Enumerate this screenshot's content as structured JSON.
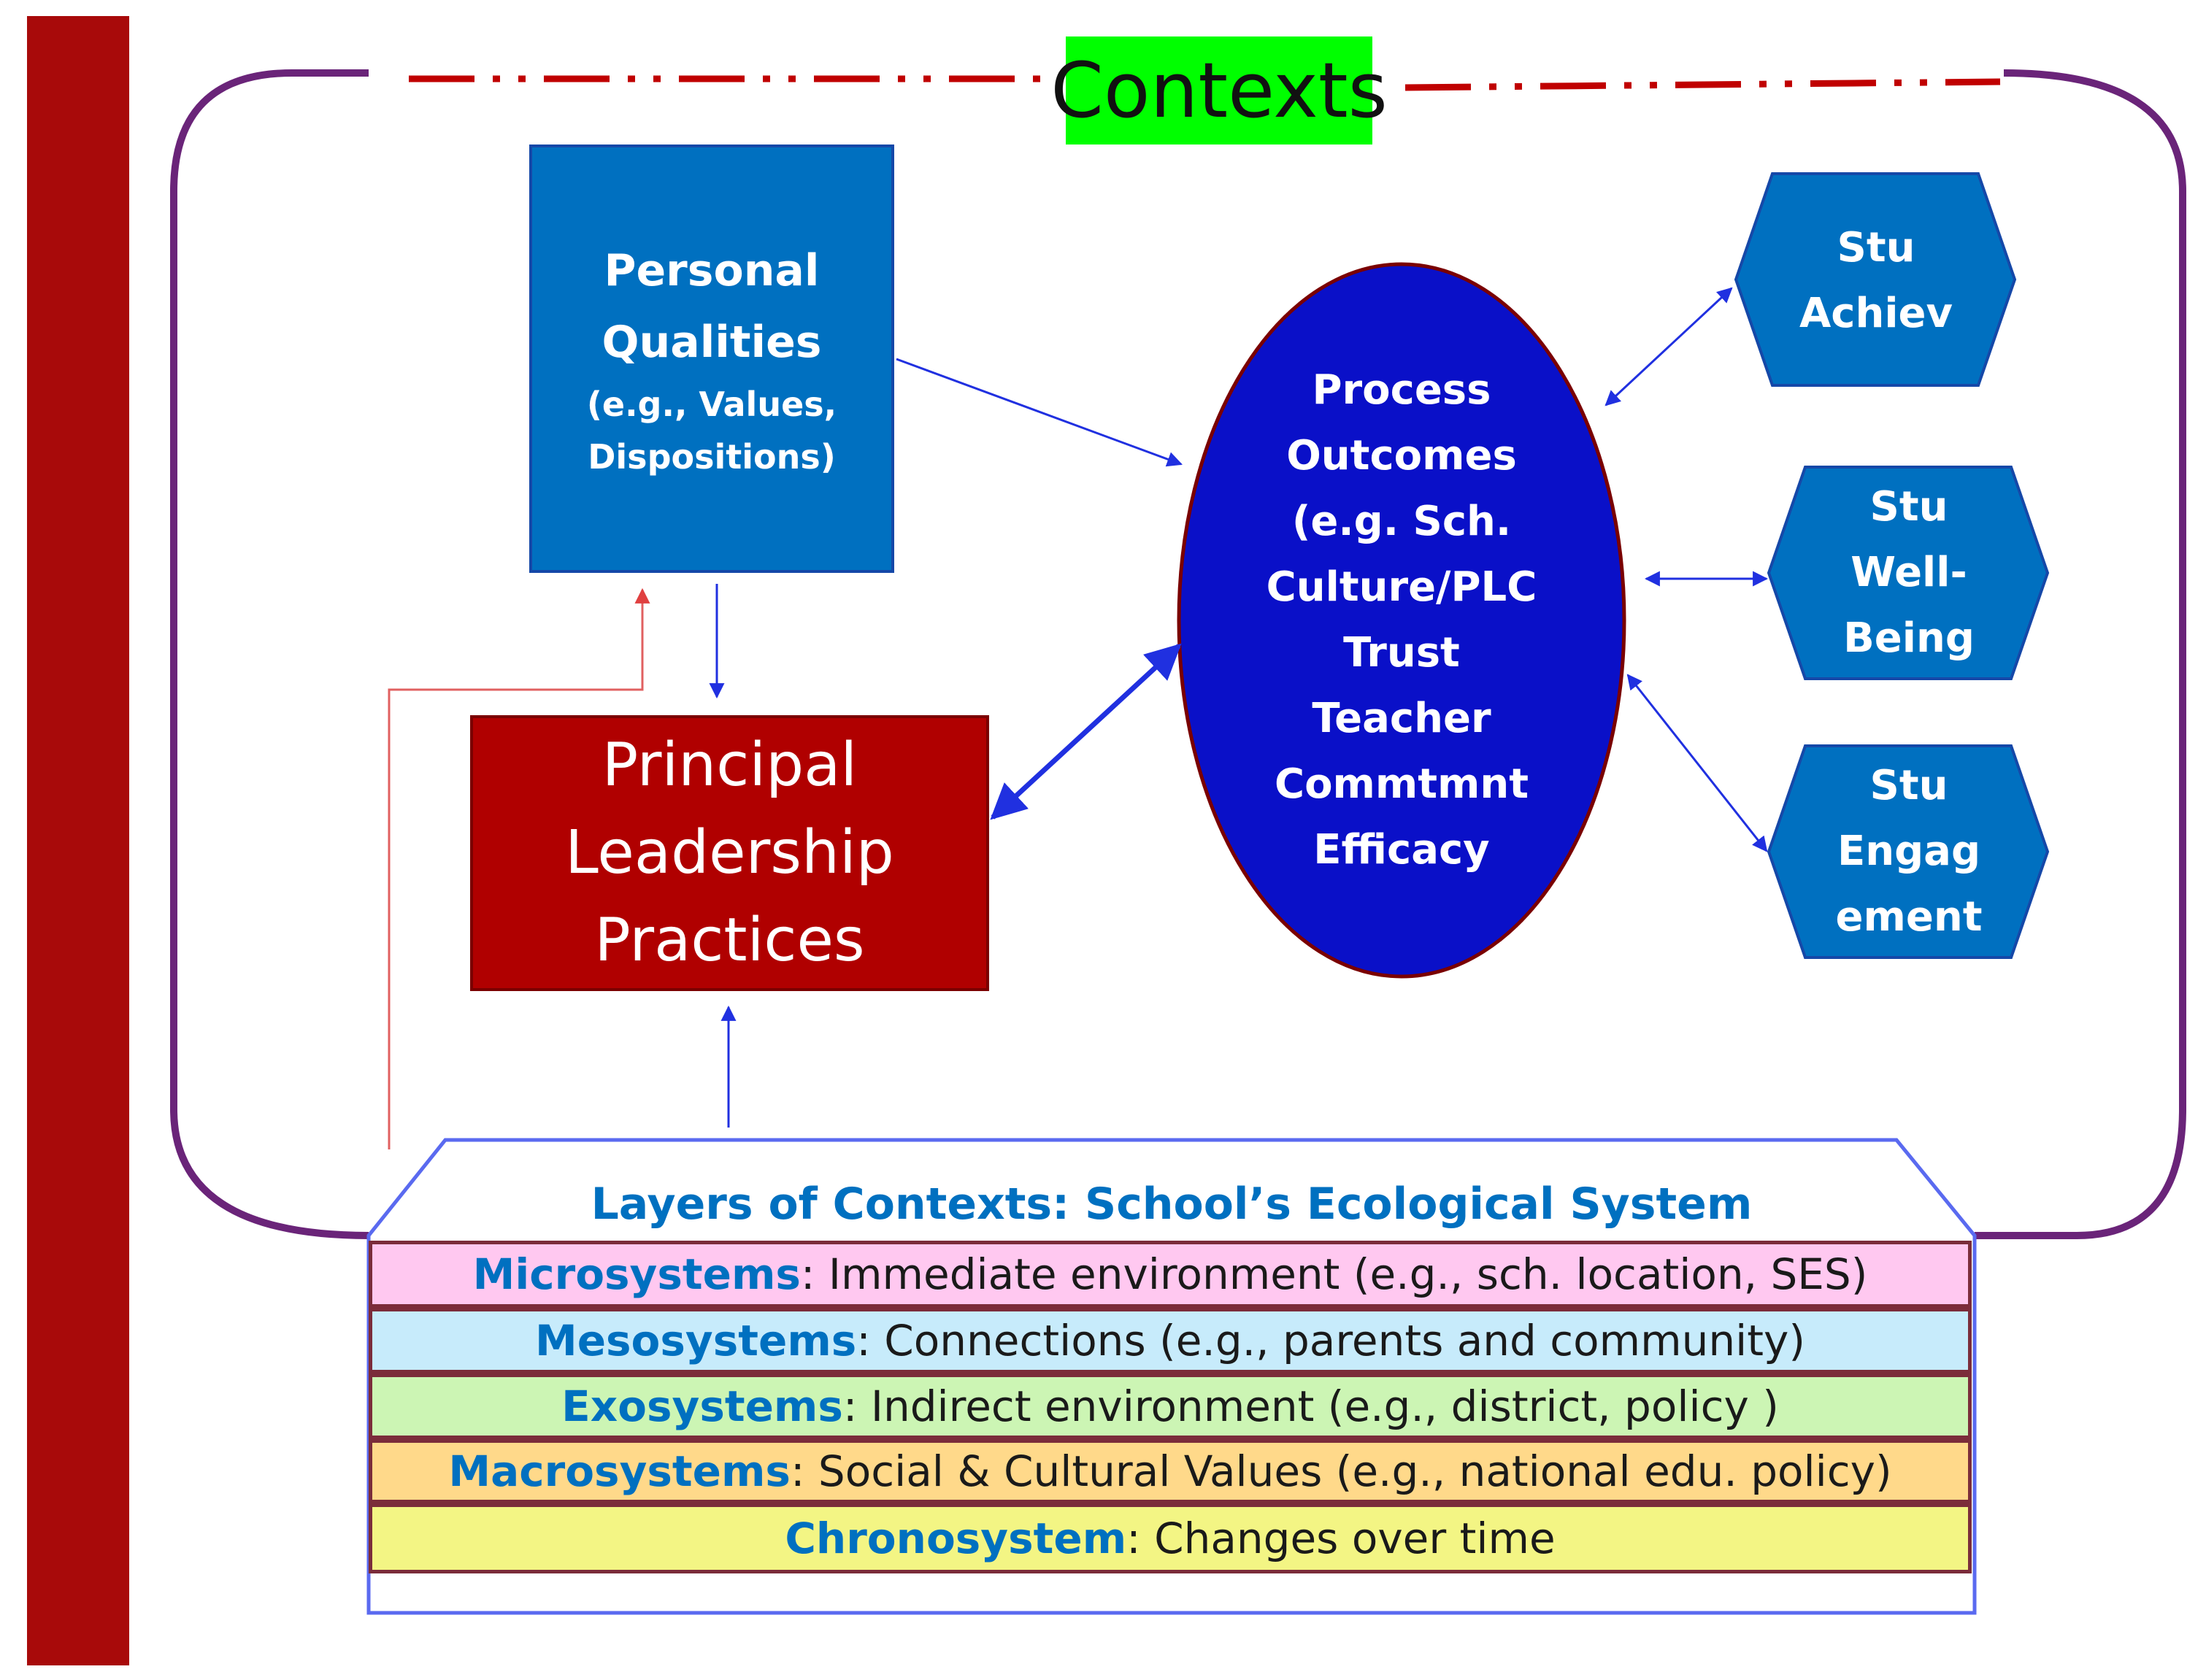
{
  "contexts_label": "Contexts",
  "personal_qualities": {
    "line1": "Personal",
    "line2": "Qualities",
    "line3": "(e.g., Values,",
    "line4": "Dispositions)"
  },
  "principal_leadership": {
    "line1": "Principal",
    "line2": "Leadership",
    "line3": "Practices"
  },
  "process_outcomes": {
    "lines": [
      "Process",
      "Outcomes",
      "(e.g. Sch.",
      "Culture/PLC",
      "Trust",
      "Teacher",
      "Commtmnt",
      "Efficacy"
    ]
  },
  "student_outcomes": [
    {
      "lines": [
        "Stu",
        "Achiev"
      ]
    },
    {
      "lines": [
        "Stu",
        "Well-",
        "Being"
      ]
    },
    {
      "lines": [
        "Stu",
        "Engag",
        "ement"
      ]
    }
  ],
  "layers": {
    "title": "Layers of Contexts: School’s Ecological System",
    "items": [
      {
        "name": "Microsystems",
        "desc": "Immediate environment (e.g., sch. location, SES)"
      },
      {
        "name": "Mesosystems",
        "desc": "Connections (e.g., parents and community)"
      },
      {
        "name": "Exosystems",
        "desc": "Indirect environment (e.g., district, policy )"
      },
      {
        "name": "Macrosystems",
        "desc": "Social & Cultural Values (e.g., national edu. policy)"
      },
      {
        "name": "Chronosystem",
        "desc": "Changes over time"
      }
    ]
  },
  "colors": {
    "left_bar": "#a80a0a",
    "context_frame": "#6a2479",
    "dash_line": "#c00000",
    "contexts_bg": "#00ff00",
    "personal_qualities_fill": "#0070c0",
    "principal_fill": "#b00000",
    "process_fill": "#0a10c8",
    "hexagon_fill": "#0070c0",
    "arrow": "#2030e0",
    "feedback_arrow": "#e06060"
  }
}
